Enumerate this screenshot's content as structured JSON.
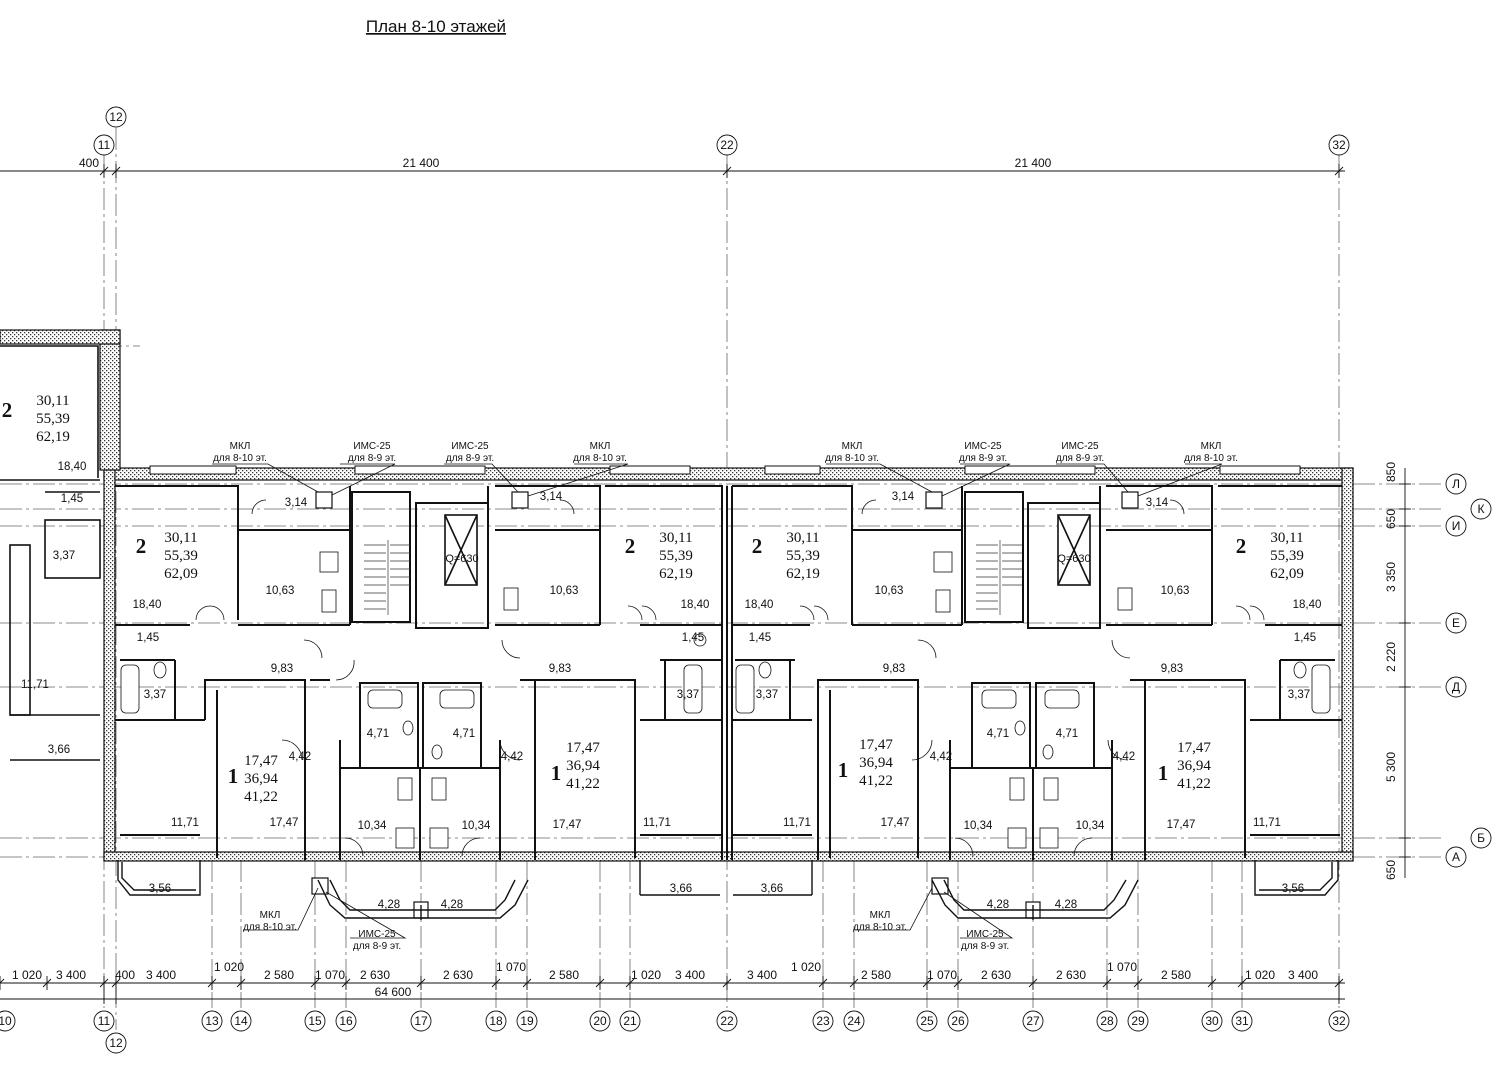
{
  "title": "План 8-10 этажей",
  "top_dims": {
    "left": "400",
    "span1": "21 400",
    "span2": "21 400"
  },
  "bottom_row": [
    "1 020",
    "3 400",
    "400",
    "3 400",
    "1 020",
    "2 580",
    "1 070",
    "2 630",
    "2 630",
    "1 070",
    "2 580",
    "1 020",
    "3 400",
    "3 400",
    "1 020",
    "2 580",
    "1 070",
    "2 630",
    "2 630",
    "1 070",
    "2 580",
    "1 020",
    "3 400"
  ],
  "overall": "64 600",
  "right_dims": [
    "850",
    "650",
    "3 350",
    "2 220",
    "5 300",
    "650"
  ],
  "row_axes": [
    "Л",
    "К",
    "И",
    "Е",
    "Д",
    "Б",
    "А"
  ],
  "col_axes": [
    "10",
    "11",
    "12",
    "13",
    "14",
    "15",
    "16",
    "17",
    "18",
    "19",
    "20",
    "21",
    "22",
    "23",
    "24",
    "25",
    "26",
    "27",
    "28",
    "29",
    "30",
    "31",
    "32"
  ],
  "top_axes": {
    "a12": "12",
    "a11": "11",
    "a22": "22",
    "a32": "32"
  },
  "apt2": [
    {
      "rooms": "2",
      "living": "30,11",
      "total": "55,39",
      "full": "62,19"
    },
    {
      "rooms": "2",
      "living": "30,11",
      "total": "55,39",
      "full": "62,09"
    },
    {
      "rooms": "2",
      "living": "30,11",
      "total": "55,39",
      "full": "62,19"
    },
    {
      "rooms": "2",
      "living": "30,11",
      "total": "55,39",
      "full": "62,19"
    },
    {
      "rooms": "2",
      "living": "30,11",
      "total": "55,39",
      "full": "62,09"
    }
  ],
  "apt1": [
    {
      "rooms": "1",
      "living": "17,47",
      "total": "36,94",
      "full": "41,22"
    },
    {
      "rooms": "1",
      "living": "17,47",
      "total": "36,94",
      "full": "41,22"
    },
    {
      "rooms": "1",
      "living": "17,47",
      "total": "36,94",
      "full": "41,22"
    },
    {
      "rooms": "1",
      "living": "17,47",
      "total": "36,94",
      "full": "41,22"
    }
  ],
  "labels": {
    "mkl": "МКЛ",
    "mkl_note": "для 8-10 эт.",
    "ims": "ИМС-25",
    "ims_note": "для 8-9 эт.",
    "lift": "Q=630"
  },
  "room_areas": {
    "r1840": "18,40",
    "r145": "1,45",
    "r337": "3,37",
    "r1171": "11,71",
    "r366": "3,66",
    "r314": "3,14",
    "r1063": "10,63",
    "r983": "9,83",
    "r442": "4,42",
    "r471": "4,71",
    "r1034": "10,34",
    "r1747": "17,47",
    "r356": "3,56",
    "r428": "4,28"
  }
}
